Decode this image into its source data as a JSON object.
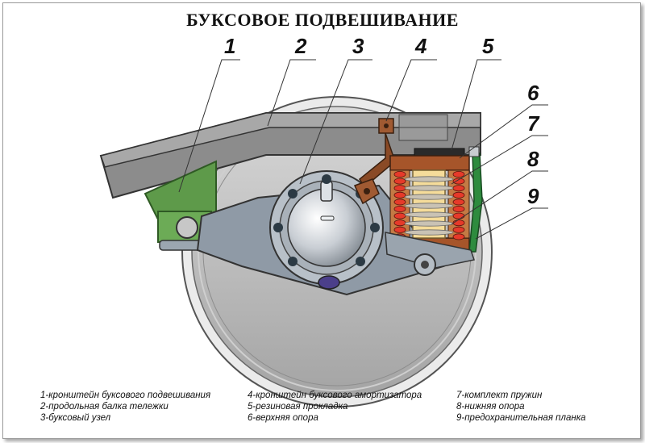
{
  "title": "БУКСОВОЕ ПОДВЕШИВАНИЕ",
  "callouts": [
    "1",
    "2",
    "3",
    "4",
    "5",
    "6",
    "7",
    "8",
    "9"
  ],
  "legend": {
    "col1": [
      "1-кронштейн буксового подвешивания",
      "2-продольная балка тележки",
      "3-буксовый узел"
    ],
    "col2": [
      "4-кронштейн буксового амортизатора",
      "5-резиновая прокладка",
      "6-верхняя опора"
    ],
    "col3": [
      "7-комплект пружин",
      "8-нижняя опора",
      "9-предохранительная планка"
    ]
  },
  "colors": {
    "beam": "#8c8c8c",
    "bracket": "#5e9a4a",
    "axle_box": "#b8c0c8",
    "arm": "#8f9aa6",
    "spring": "#e63a2a",
    "spring_seat": "#a6552a",
    "insert": "#f5dc9a",
    "safety_bar": "#2e8b3e",
    "shock_bracket": "#a05a32"
  }
}
